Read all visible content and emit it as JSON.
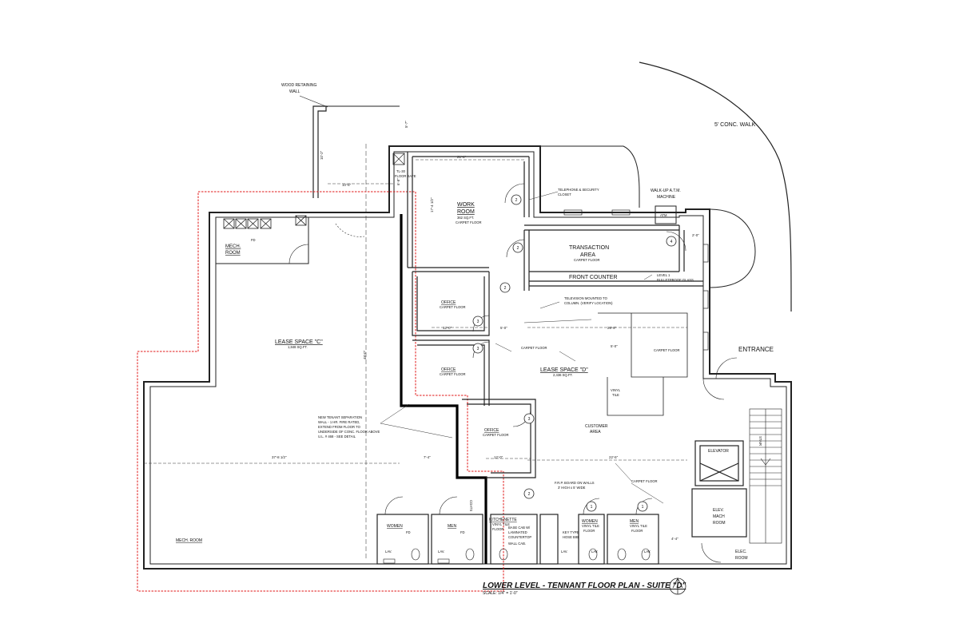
{
  "title": "LOWER LEVEL - TENNANT FLOOR PLAN - SUITE \"D\"",
  "scale": "SCALE: 1/4\" = 1'-0\"",
  "site": {
    "walk": "5' CONC. WALK",
    "retaining_wall_1": "WOOD RETAINING",
    "retaining_wall_2": "WALL",
    "entrance": "ENTRANCE",
    "atm_label_1": "WALK-UP A.T.M.",
    "atm_label_2": "MACHINE",
    "atm_box": "ATM"
  },
  "rooms": {
    "work_room_1": "WORK",
    "work_room_2": "ROOM",
    "work_room_area": "362 SQ.FT.",
    "work_room_floor": "CARPET FLOOR",
    "safe_1": "TL-30",
    "safe_2": "FLOOR SAFE",
    "telephone_1": "TELEPHONE & SECURITY",
    "telephone_2": "CLOSET",
    "transaction_1": "TRANSACTION",
    "transaction_2": "AREA",
    "transaction_floor": "CARPET FLOOR",
    "front_counter": "FRONT COUNTER",
    "glass_1": "LEVEL 1",
    "glass_2": "BULLETPROOF GLASS",
    "tv_1": "TELEVISION MOUNTED TO",
    "tv_2": "COLUMN. (VERIFY LOCATION)",
    "office_1": "OFFICE",
    "office_2": "OFFICE",
    "office_3": "OFFICE",
    "office_floor": "CARPET FLOOR",
    "lease_c": "LEASE SPACE \"C\"",
    "lease_c_area": "1,848 SQ.FT.",
    "lease_d": "LEASE SPACE \"D\"",
    "lease_d_area": "2,436 SQ.FT.",
    "carpet_floor": "CARPET FLOOR",
    "vinyl_1": "VINYL",
    "vinyl_2": "TILE",
    "customer_1": "CUSTOMER",
    "customer_2": "AREA",
    "mech_1": "MECH.",
    "mech_2": "ROOM",
    "mech_room": "MECH. ROOM",
    "elevator": "ELEVATOR",
    "elev_mach_1": "ELEV.",
    "elev_mach_2": "MACH",
    "elev_mach_3": "ROOM",
    "elec_1": "ELEC.",
    "elec_2": "ROOM",
    "stair": "STAIR",
    "women": "WOMEN",
    "men": "MEN",
    "kitchenette": "KITCHENETTE",
    "kit_floor_1": "VINYL TILE",
    "kit_floor_2": "FLOOR",
    "base_cab_1": "BASE CAB W/",
    "base_cab_2": "LAMINATED",
    "base_cab_3": "COUNTERTOP",
    "wall_cab": "WALL CAB.",
    "hose_1": "KEY TYPE",
    "hose_2": "HOSE BIB",
    "frp_1": "F.R.P. BOARD ON WALLS",
    "frp_2": "3' HIGH x 5' WIDE",
    "lav": "LAV.",
    "wc": "WC",
    "fd": "FD",
    "coats": "COATS",
    "carpet_floor_small": "CARPET FLOOR"
  },
  "separation_note": [
    "NEW TENANT SEPARATION",
    "WALL - 1 HR. FIRE RATED,",
    "EXTEND FROM FLOOR TO",
    "UNDERSIDE OF CONC. FLOOR ABOVE",
    "U.L. # 468 - SEE DETAIL"
  ],
  "door_tags": {
    "d1": "1",
    "d2": "2",
    "d3": "3",
    "d4": "4"
  },
  "dimensions": {
    "a": "5'-7\"",
    "b": "10'-2\"",
    "c": "21'-4\"",
    "d": "10'-6\"",
    "e": "6'-8\"",
    "f": "17'-4 1/2\"",
    "g": "12'-0\"",
    "h": "5'-0\"",
    "i": "26'-6\"",
    "j": "5'-0\"",
    "k": "48'-0\"",
    "l": "37'-8 1/2\"",
    "m": "22'-5\"",
    "n": "12'-0\"",
    "o": "4'-4\"",
    "p": "2'-0\"",
    "q": "7'-4\""
  },
  "colors": {
    "lines": "#222222",
    "tenant_wall": "#000000",
    "revision_cloud": "#e01818",
    "background": "#ffffff"
  }
}
